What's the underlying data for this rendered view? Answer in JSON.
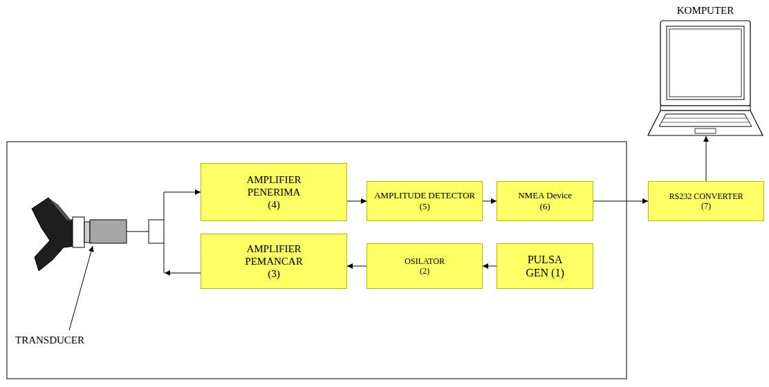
{
  "diagram": {
    "nodes": [
      {
        "text": [
          "KOMPUTER"
        ]
      },
      {
        "text": [
          "AMPLIFIER PENERIMA",
          "(4)"
        ]
      },
      {
        "text": [
          "AMPLITUDE DETECTOR",
          "(5)"
        ]
      },
      {
        "text": [
          "NMEA Device",
          "(6)"
        ]
      },
      {
        "text": [
          "RS232 CONVERTER",
          "(7)"
        ]
      },
      {
        "text": [
          "AMPLIFIER PEMANCAR",
          "(3)"
        ]
      },
      {
        "text": [
          "OSILATOR",
          "(2)"
        ]
      },
      {
        "text": [
          "PULSA GEN (1)"
        ]
      }
    ],
    "edges": [
      {
        "from": 1,
        "to": 2,
        "arrow": "to"
      },
      {
        "from": 2,
        "to": 3,
        "arrow": "to"
      },
      {
        "from": 3,
        "to": 4,
        "arrow": "to"
      },
      {
        "from": 4,
        "to": 0,
        "arrow": "to"
      },
      {
        "from": 7,
        "to": 6,
        "arrow": "to"
      },
      {
        "from": 6,
        "to": 5,
        "arrow": "to"
      }
    ],
    "labels": [
      "TRANSDUCER"
    ]
  }
}
